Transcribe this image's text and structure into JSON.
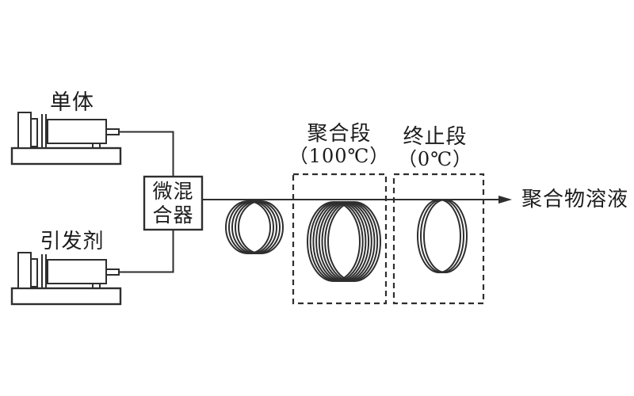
{
  "colors": {
    "ink": "#2e2e2e",
    "text": "#1b1b1b",
    "background": "#ffffff"
  },
  "labels": {
    "monomer": "单体",
    "initiator": "引发剂",
    "micromixer": [
      "微混",
      "合器"
    ],
    "polymerization_zone": {
      "name": "聚合段",
      "temperature": "（100℃）"
    },
    "termination_zone": {
      "name": "终止段",
      "temperature": "（0℃）"
    },
    "output": "聚合物溶液"
  }
}
